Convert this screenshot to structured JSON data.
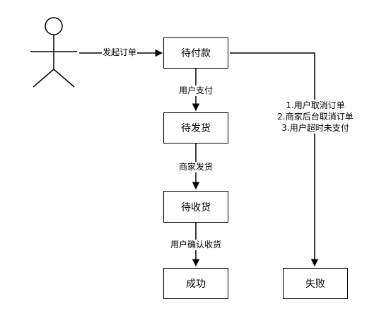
{
  "nodes": {
    "pending_payment": "待付款",
    "pending_shipment": "待发货",
    "pending_receipt": "待收货",
    "success": "成功",
    "failure": "失败"
  },
  "edges": {
    "place_order": "发起订单",
    "user_pays": "用户支付",
    "merchant_ships": "商家发货",
    "user_confirms": "用户确认收货",
    "failure_reasons": [
      "1.用户取消订单",
      "2.商家后台取消订单",
      "3.用户超时未支付"
    ]
  },
  "colors": {
    "stroke": "#000000",
    "background": "#ffffff"
  }
}
